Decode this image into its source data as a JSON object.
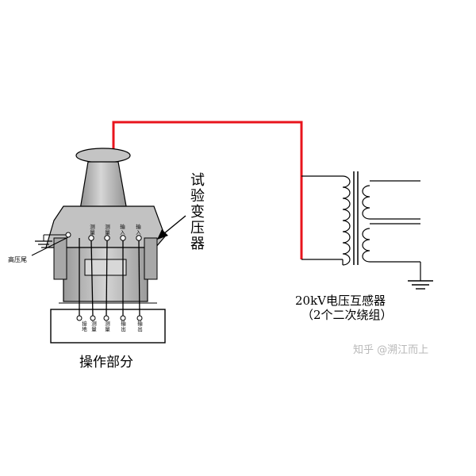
{
  "labels": {
    "transformer": "试验变压器",
    "hv_tail": "高压尾",
    "operation": "操作部分",
    "pt_title": "20kV电压互感器",
    "pt_sub": "（2个二次绕组）",
    "watermark": "知乎 @溯江而上"
  },
  "top_terminals": [
    "测量",
    "测量",
    "输入",
    "输入"
  ],
  "panel_terminals": [
    "接地",
    "测量",
    "测量",
    "输出",
    "输出"
  ],
  "colors": {
    "hv_lead": "#e8141c",
    "line": "#000000",
    "body_gray": "#bcbcbc",
    "body_dark": "#8c8c8c",
    "watermark": "#b8b8b8"
  }
}
